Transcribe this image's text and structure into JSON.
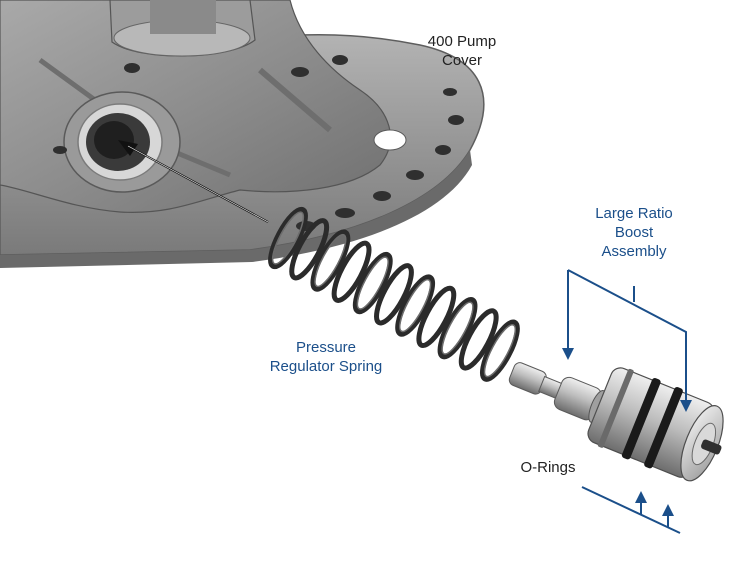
{
  "labels": {
    "pump_cover": {
      "line1": "400 Pump",
      "line2": "Cover"
    },
    "boost_assembly": {
      "line1": "Large Ratio",
      "line2": "Boost",
      "line3": "Assembly"
    },
    "spring": {
      "line1": "Pressure",
      "line2": "Regulator Spring"
    },
    "o_rings": {
      "line1": "O-Rings"
    }
  },
  "colors": {
    "label_blue": "#1b4f8a",
    "callout_arrow": "#1b4f8a",
    "cover_arrow": "#111111",
    "casting_gray": "#8e8e8e",
    "spring_dark": "#2c2c2c",
    "metal_silver": "#c9c9c9"
  }
}
